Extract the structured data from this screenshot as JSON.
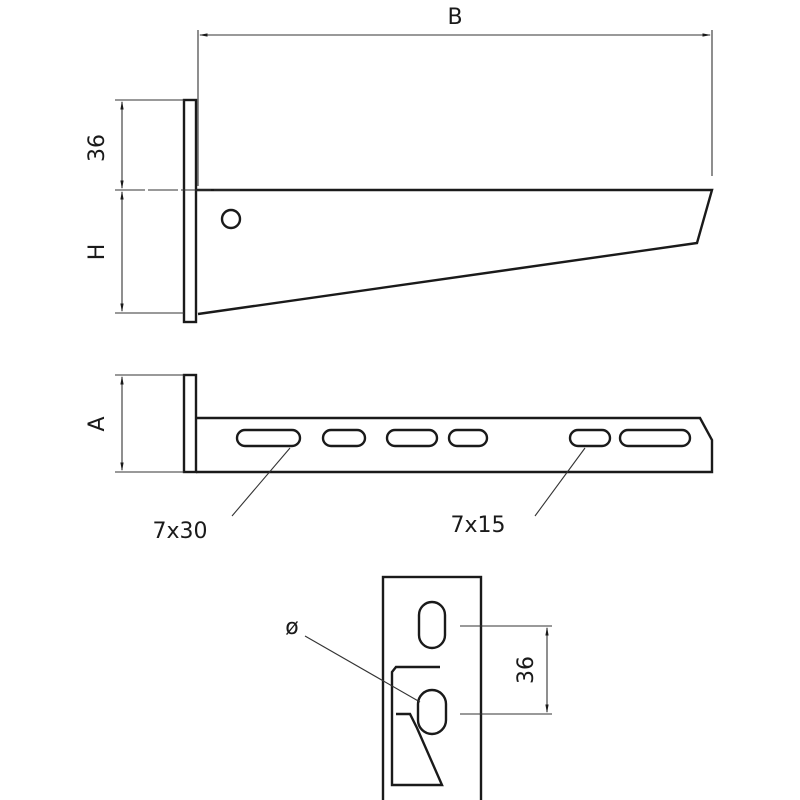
{
  "dimensions": {
    "width_label": "B",
    "top_offset_label": "36",
    "height_label": "H",
    "side_height_label": "A",
    "slot_long_label": "7x30",
    "slot_short_label": "7x15",
    "diameter_label": "ø",
    "hole_spacing_label": "36"
  }
}
